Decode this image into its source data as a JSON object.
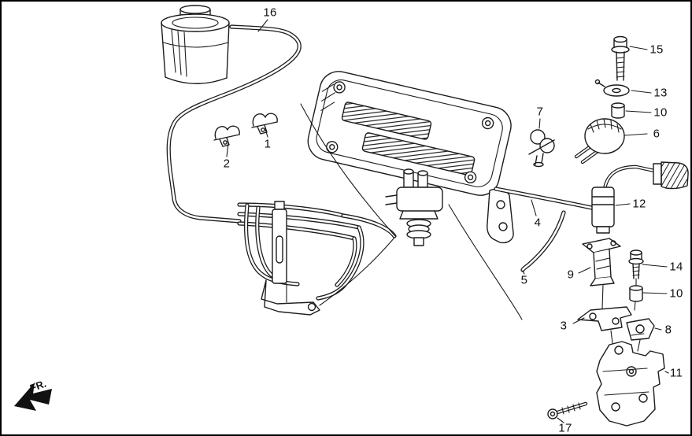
{
  "figure": {
    "fr_indicator": "FR."
  },
  "callouts": {
    "c1": {
      "label": "1"
    },
    "c2": {
      "label": "2"
    },
    "c3": {
      "label": "3"
    },
    "c4": {
      "label": "4"
    },
    "c5": {
      "label": "5"
    },
    "c6": {
      "label": "6"
    },
    "c7": {
      "label": "7"
    },
    "c8": {
      "label": "8"
    },
    "c9": {
      "label": "9"
    },
    "c10a": {
      "label": "10"
    },
    "c10b": {
      "label": "10"
    },
    "c11": {
      "label": "11"
    },
    "c12": {
      "label": "12"
    },
    "c13": {
      "label": "13"
    },
    "c14": {
      "label": "14"
    },
    "c15": {
      "label": "15"
    },
    "c16": {
      "label": "16"
    },
    "c17": {
      "label": "17"
    }
  }
}
